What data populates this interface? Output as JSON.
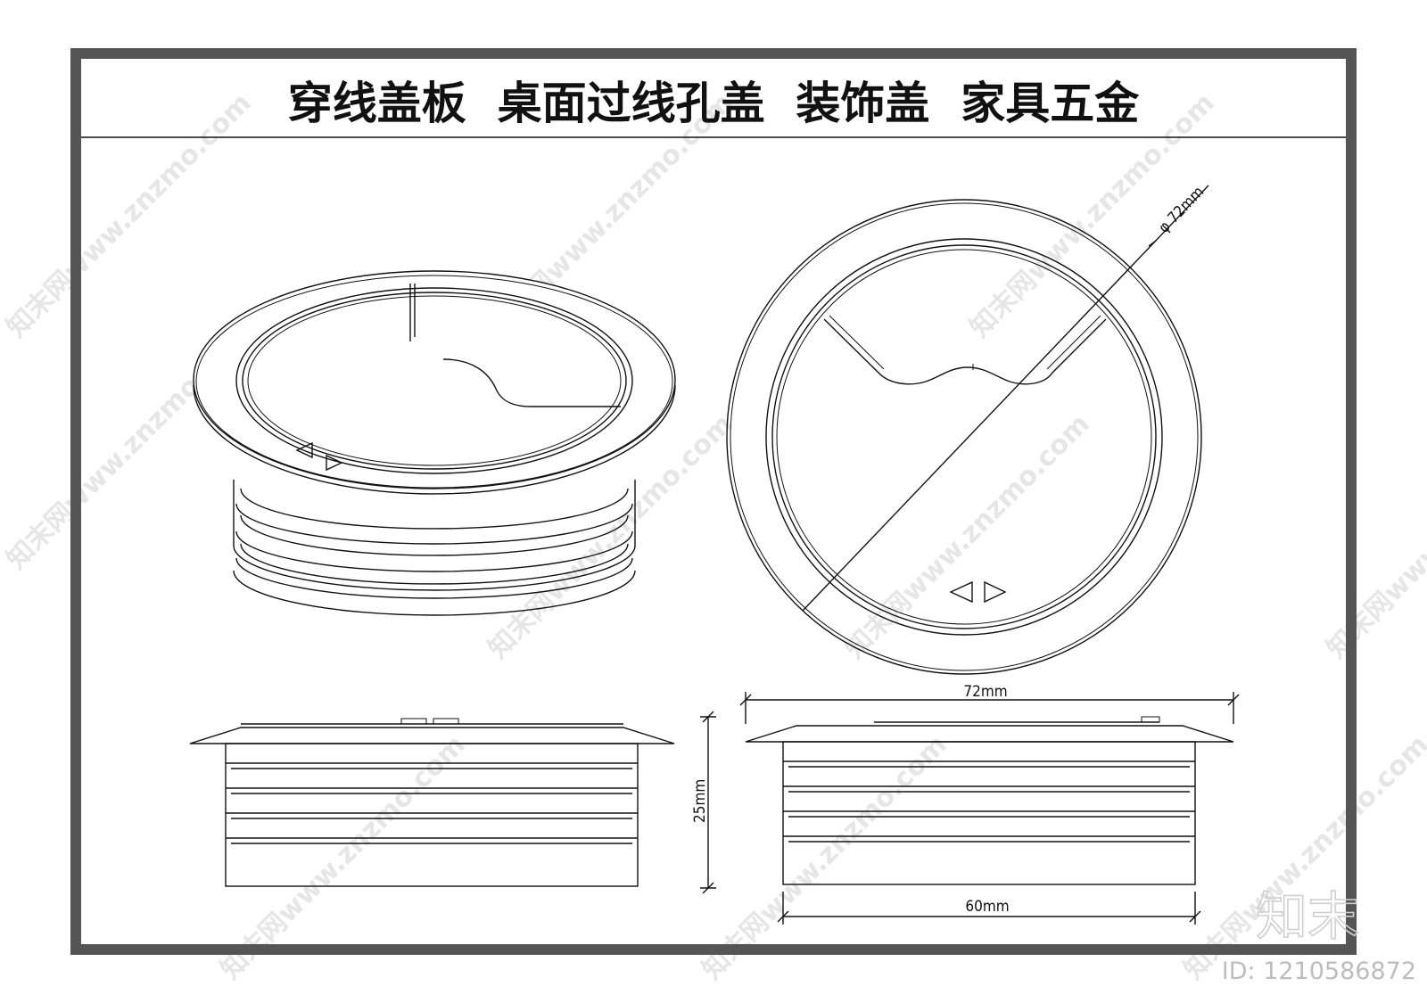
{
  "title": "穿线盖板  桌面过线孔盖  装饰盖  家具五金",
  "dimensions": {
    "diameter_label": "φ 72mm",
    "top_width_label": "72mm",
    "height_label": "25mm",
    "bottom_width_label": "60mm"
  },
  "watermark": {
    "text": "知末网www.znzmo.com",
    "logo": "知末",
    "id_label": "ID: 1210586872"
  },
  "colors": {
    "frame": "#555555",
    "line": "#111111",
    "watermark": "#e6e6e6"
  },
  "icons": [
    "direction-arrows-icon"
  ]
}
